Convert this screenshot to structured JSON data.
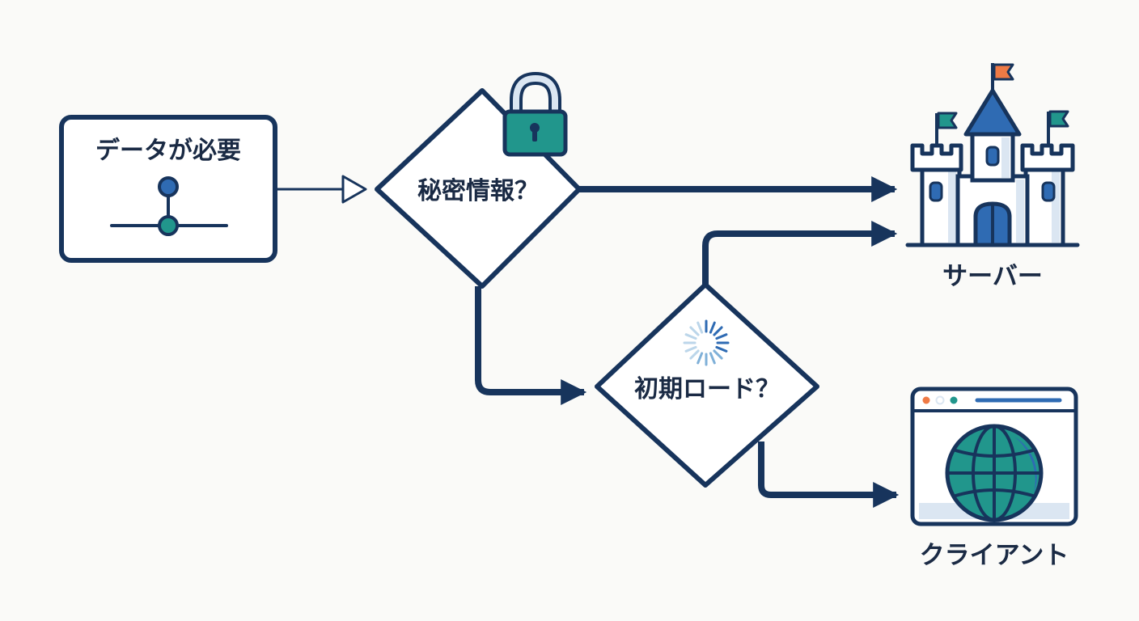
{
  "colors": {
    "navy": "#17345c",
    "blue": "#2f6bb3",
    "teal": "#21968c",
    "orange": "#ef7a45",
    "light_blue": "#dbe6f2",
    "background": "#fafaf8"
  },
  "start": {
    "label": "データが必要",
    "icon": "node-link-icon"
  },
  "decision_secret": {
    "label": "秘密情報？",
    "icon": "padlock-icon"
  },
  "decision_initial": {
    "label": "初期ロード？",
    "icon": "loading-spinner-icon"
  },
  "server": {
    "label": "サーバー",
    "icon": "castle-icon"
  },
  "client": {
    "label": "クライアント",
    "icon": "browser-globe-icon"
  }
}
